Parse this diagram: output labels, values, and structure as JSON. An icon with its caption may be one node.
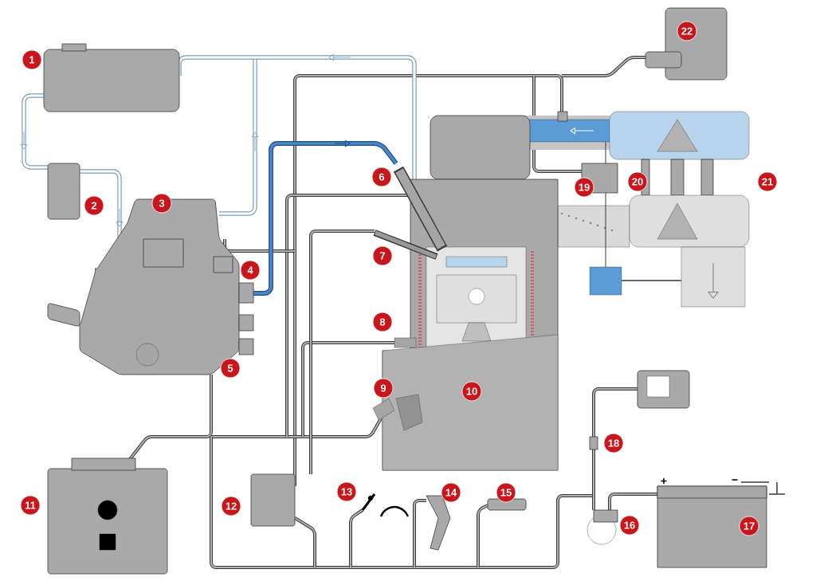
{
  "diagram": {
    "labels": [
      "1",
      "2",
      "3",
      "4",
      "5",
      "6",
      "7",
      "8",
      "9",
      "10",
      "11",
      "12",
      "13",
      "14",
      "15",
      "16",
      "17",
      "18",
      "19",
      "20",
      "21",
      "22",
      "+",
      "−"
    ]
  }
}
